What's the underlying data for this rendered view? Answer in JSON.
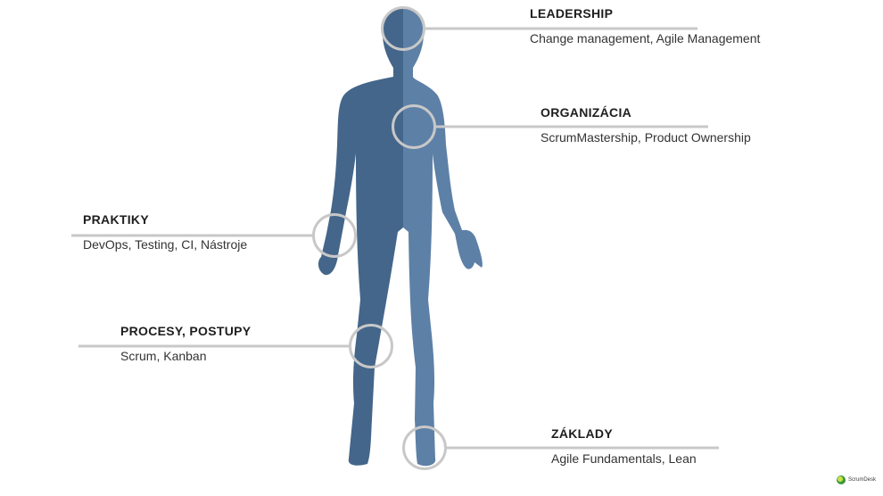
{
  "colors": {
    "body_dark": "#44668a",
    "body_light": "#5d80a6",
    "connector": "#c8c8c8",
    "heading": "#1e1e1e",
    "text": "#333333"
  },
  "areas": [
    {
      "id": "leadership",
      "title": "LEADERSHIP",
      "items": "Change management, Agile Management"
    },
    {
      "id": "organizacia",
      "title": "ORGANIZÁCIA",
      "items": "ScrumMastership, Product Ownership"
    },
    {
      "id": "praktiky",
      "title": "PRAKTIKY",
      "items": "DevOps, Testing, CI, Nástroje"
    },
    {
      "id": "procesy",
      "title": "PROCESY, POSTUPY",
      "items": "Scrum, Kanban"
    },
    {
      "id": "zaklady",
      "title": "ZÁKLADY",
      "items": "Agile Fundamentals, Lean"
    }
  ],
  "logo": {
    "text": "ScrumDesk"
  }
}
